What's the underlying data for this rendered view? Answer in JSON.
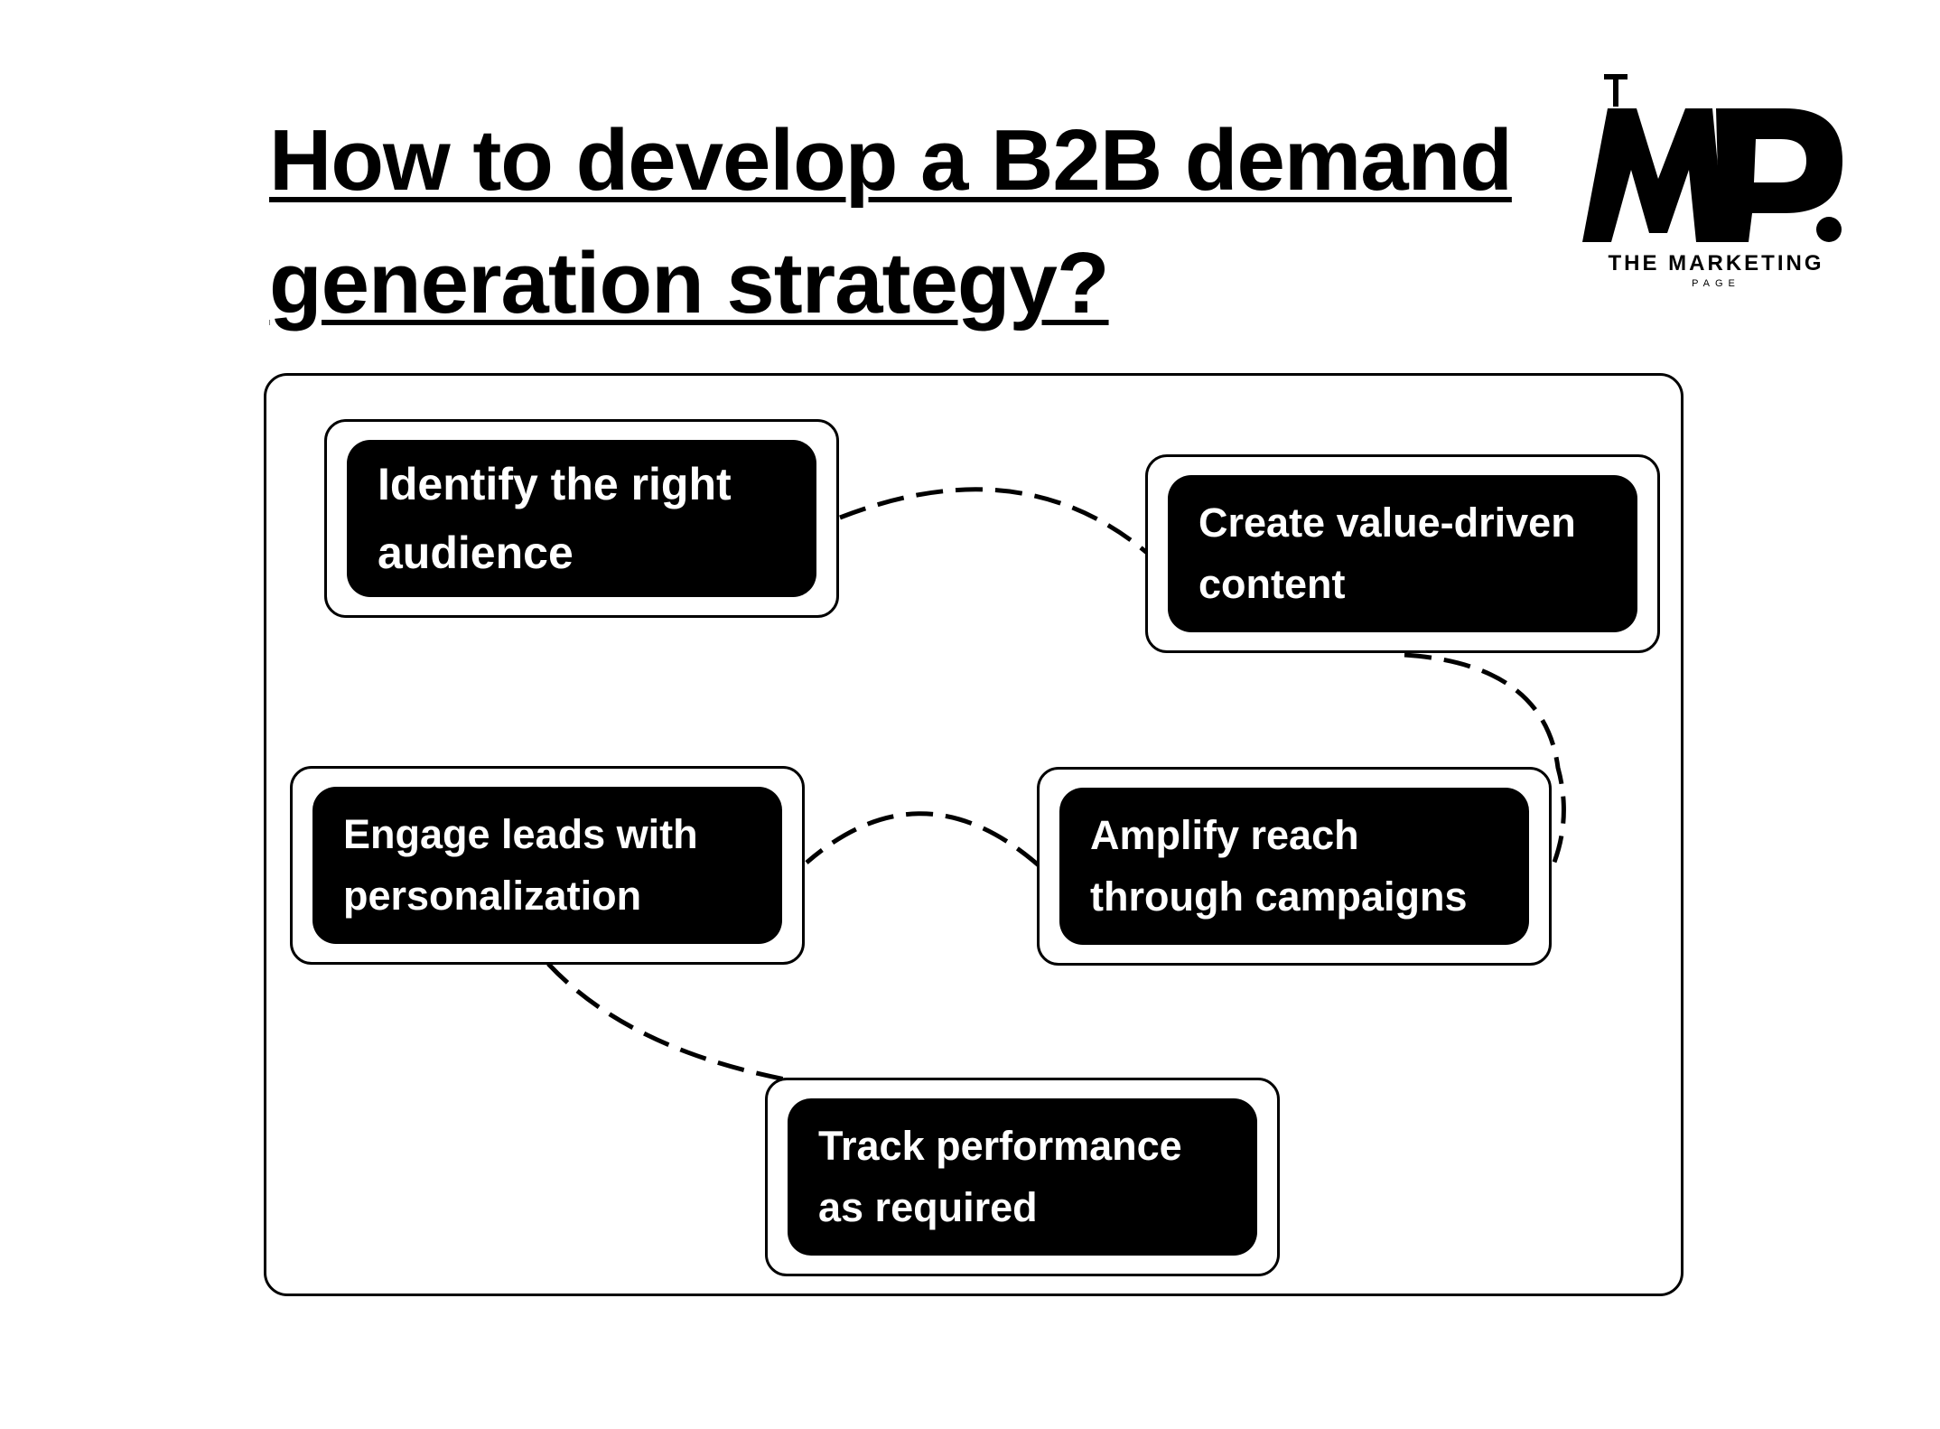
{
  "title": "How to develop a B2B demand generation strategy?",
  "logo": {
    "letters": "MP",
    "small_letter": "T",
    "wordmark": "THE MARKETING",
    "subtext": "PAGE"
  },
  "steps": [
    {
      "label": "Identify the right audience"
    },
    {
      "label": "Create value-driven content"
    },
    {
      "label": "Amplify reach through campaigns"
    },
    {
      "label": "Engage leads with personalization"
    },
    {
      "label": "Track performance as required"
    }
  ]
}
